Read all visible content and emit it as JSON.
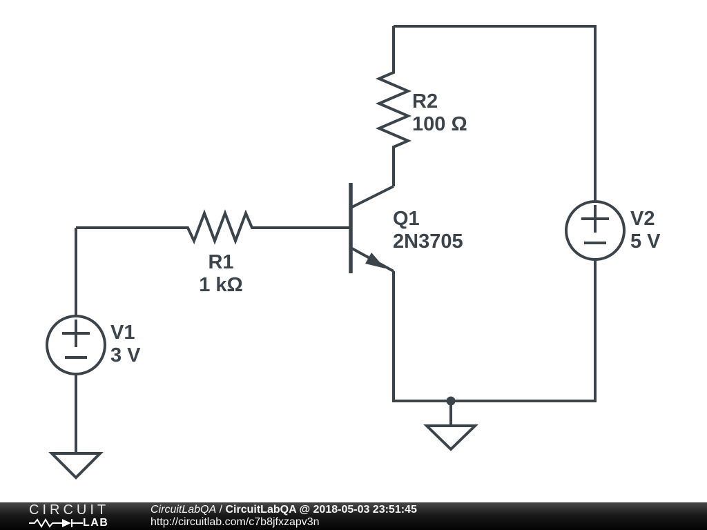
{
  "components": {
    "v1": {
      "label": "V1",
      "value": "3 V",
      "type": "voltage-source"
    },
    "r1": {
      "label": "R1",
      "value": "1 kΩ",
      "type": "resistor"
    },
    "q1": {
      "label": "Q1",
      "value": "2N3705",
      "type": "npn-transistor"
    },
    "r2": {
      "label": "R2",
      "value": "100 Ω",
      "type": "resistor"
    },
    "v2": {
      "label": "V2",
      "value": "5 V",
      "type": "voltage-source"
    }
  },
  "footer": {
    "logo_line1": "CIRCUIT",
    "logo_line2": "LAB",
    "author": "CircuitLabQA",
    "separator": " / ",
    "stamp": "CircuitLabQA @ 2018-05-03 23:51:45",
    "url": "http://circuitlab.com/c7b8jfxzapv3n"
  },
  "colors": {
    "wire": "#3b444b",
    "footer_background": "#111111",
    "footer_text": "#f5f5f5"
  }
}
